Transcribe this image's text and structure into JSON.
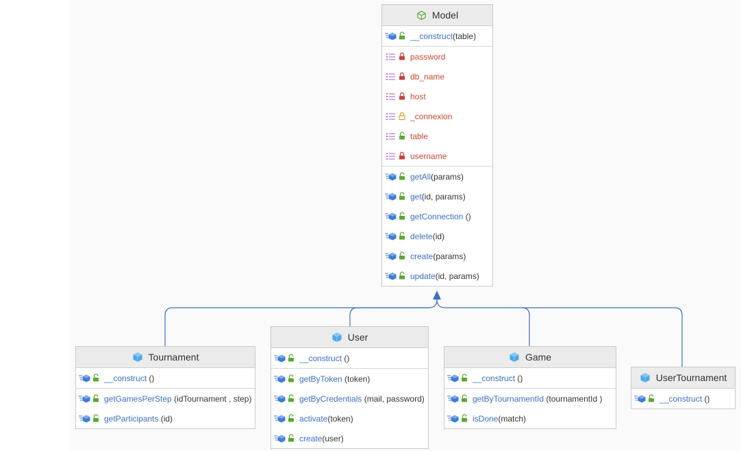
{
  "colors": {
    "method_name": "#3b6fc2",
    "field_name": "#d0462f",
    "edge": "#3b6fc2",
    "public_icon": "#5aa832",
    "private_icon": "#cc4040",
    "protected_icon": "#d4a62a",
    "class_icon": "#4aa8e8",
    "abstract_icon": "#6cae4c"
  },
  "classes": {
    "model": {
      "name": "Model",
      "icon": "abstract-class-icon",
      "constructor": [
        {
          "name": "__construct",
          "args": "(table)",
          "visibility": "public"
        }
      ],
      "fields": [
        {
          "name": "password",
          "visibility": "private"
        },
        {
          "name": "db_name",
          "visibility": "private"
        },
        {
          "name": "host",
          "visibility": "private"
        },
        {
          "name": "_connexion",
          "visibility": "protected"
        },
        {
          "name": "table",
          "visibility": "public"
        },
        {
          "name": "username",
          "visibility": "private"
        }
      ],
      "methods": [
        {
          "name": "getAll",
          "args": "(params)",
          "visibility": "public"
        },
        {
          "name": "get",
          "args": "(id, params)",
          "visibility": "public"
        },
        {
          "name": "getConnection ",
          "args": "()",
          "visibility": "public"
        },
        {
          "name": "delete",
          "args": "(id)",
          "visibility": "public"
        },
        {
          "name": "create",
          "args": "(params)",
          "visibility": "public"
        },
        {
          "name": "update",
          "args": "(id, params)",
          "visibility": "public"
        }
      ]
    },
    "tournament": {
      "name": "Tournament",
      "icon": "class-icon",
      "constructor": [
        {
          "name": "__construct ",
          "args": "()",
          "visibility": "public"
        }
      ],
      "methods": [
        {
          "name": "getGamesPerStep ",
          "args": "(idTournament , step)",
          "visibility": "public"
        },
        {
          "name": "getParticipants ",
          "args": "(id)",
          "visibility": "public"
        }
      ]
    },
    "user": {
      "name": "User",
      "icon": "class-icon",
      "constructor": [
        {
          "name": "__construct ",
          "args": "()",
          "visibility": "public"
        }
      ],
      "methods": [
        {
          "name": "getByToken ",
          "args": "(token)",
          "visibility": "public"
        },
        {
          "name": "getByCredentials ",
          "args": "(mail, password)",
          "visibility": "public"
        },
        {
          "name": "activate",
          "args": "(token)",
          "visibility": "public"
        },
        {
          "name": "create",
          "args": "(user)",
          "visibility": "public"
        }
      ]
    },
    "game": {
      "name": "Game",
      "icon": "class-icon",
      "constructor": [
        {
          "name": "__construct ",
          "args": "()",
          "visibility": "public"
        }
      ],
      "methods": [
        {
          "name": "getByTournamentId ",
          "args": "(tournamentId )",
          "visibility": "public"
        },
        {
          "name": "isDone",
          "args": "(match)",
          "visibility": "public"
        }
      ]
    },
    "usertournament": {
      "name": "UserTournament",
      "icon": "class-icon",
      "constructor": [
        {
          "name": "__construct ",
          "args": "()",
          "visibility": "public"
        }
      ]
    }
  },
  "inheritance": [
    {
      "from": "Tournament",
      "to": "Model"
    },
    {
      "from": "User",
      "to": "Model"
    },
    {
      "from": "Game",
      "to": "Model"
    },
    {
      "from": "UserTournament",
      "to": "Model"
    }
  ]
}
